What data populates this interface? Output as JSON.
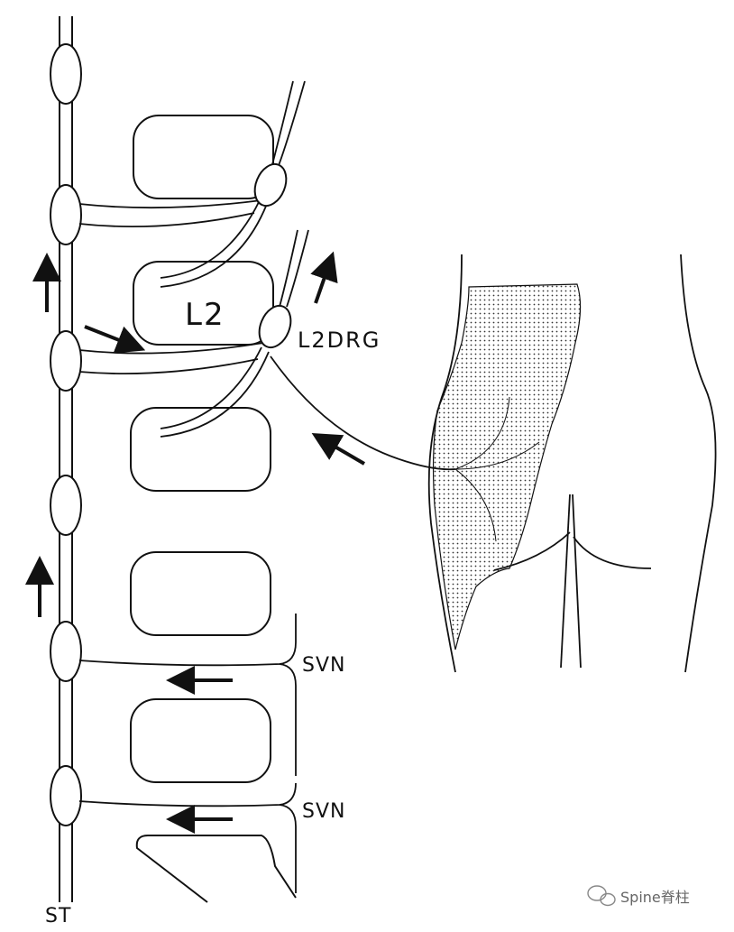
{
  "labels": {
    "vertebra": "L2",
    "ganglion": "L2DRG",
    "svn_upper": "SVN",
    "svn_lower": "SVN",
    "trunk": "ST"
  },
  "watermark": "Spine脊柱",
  "icons": [
    "wechat-icon"
  ]
}
